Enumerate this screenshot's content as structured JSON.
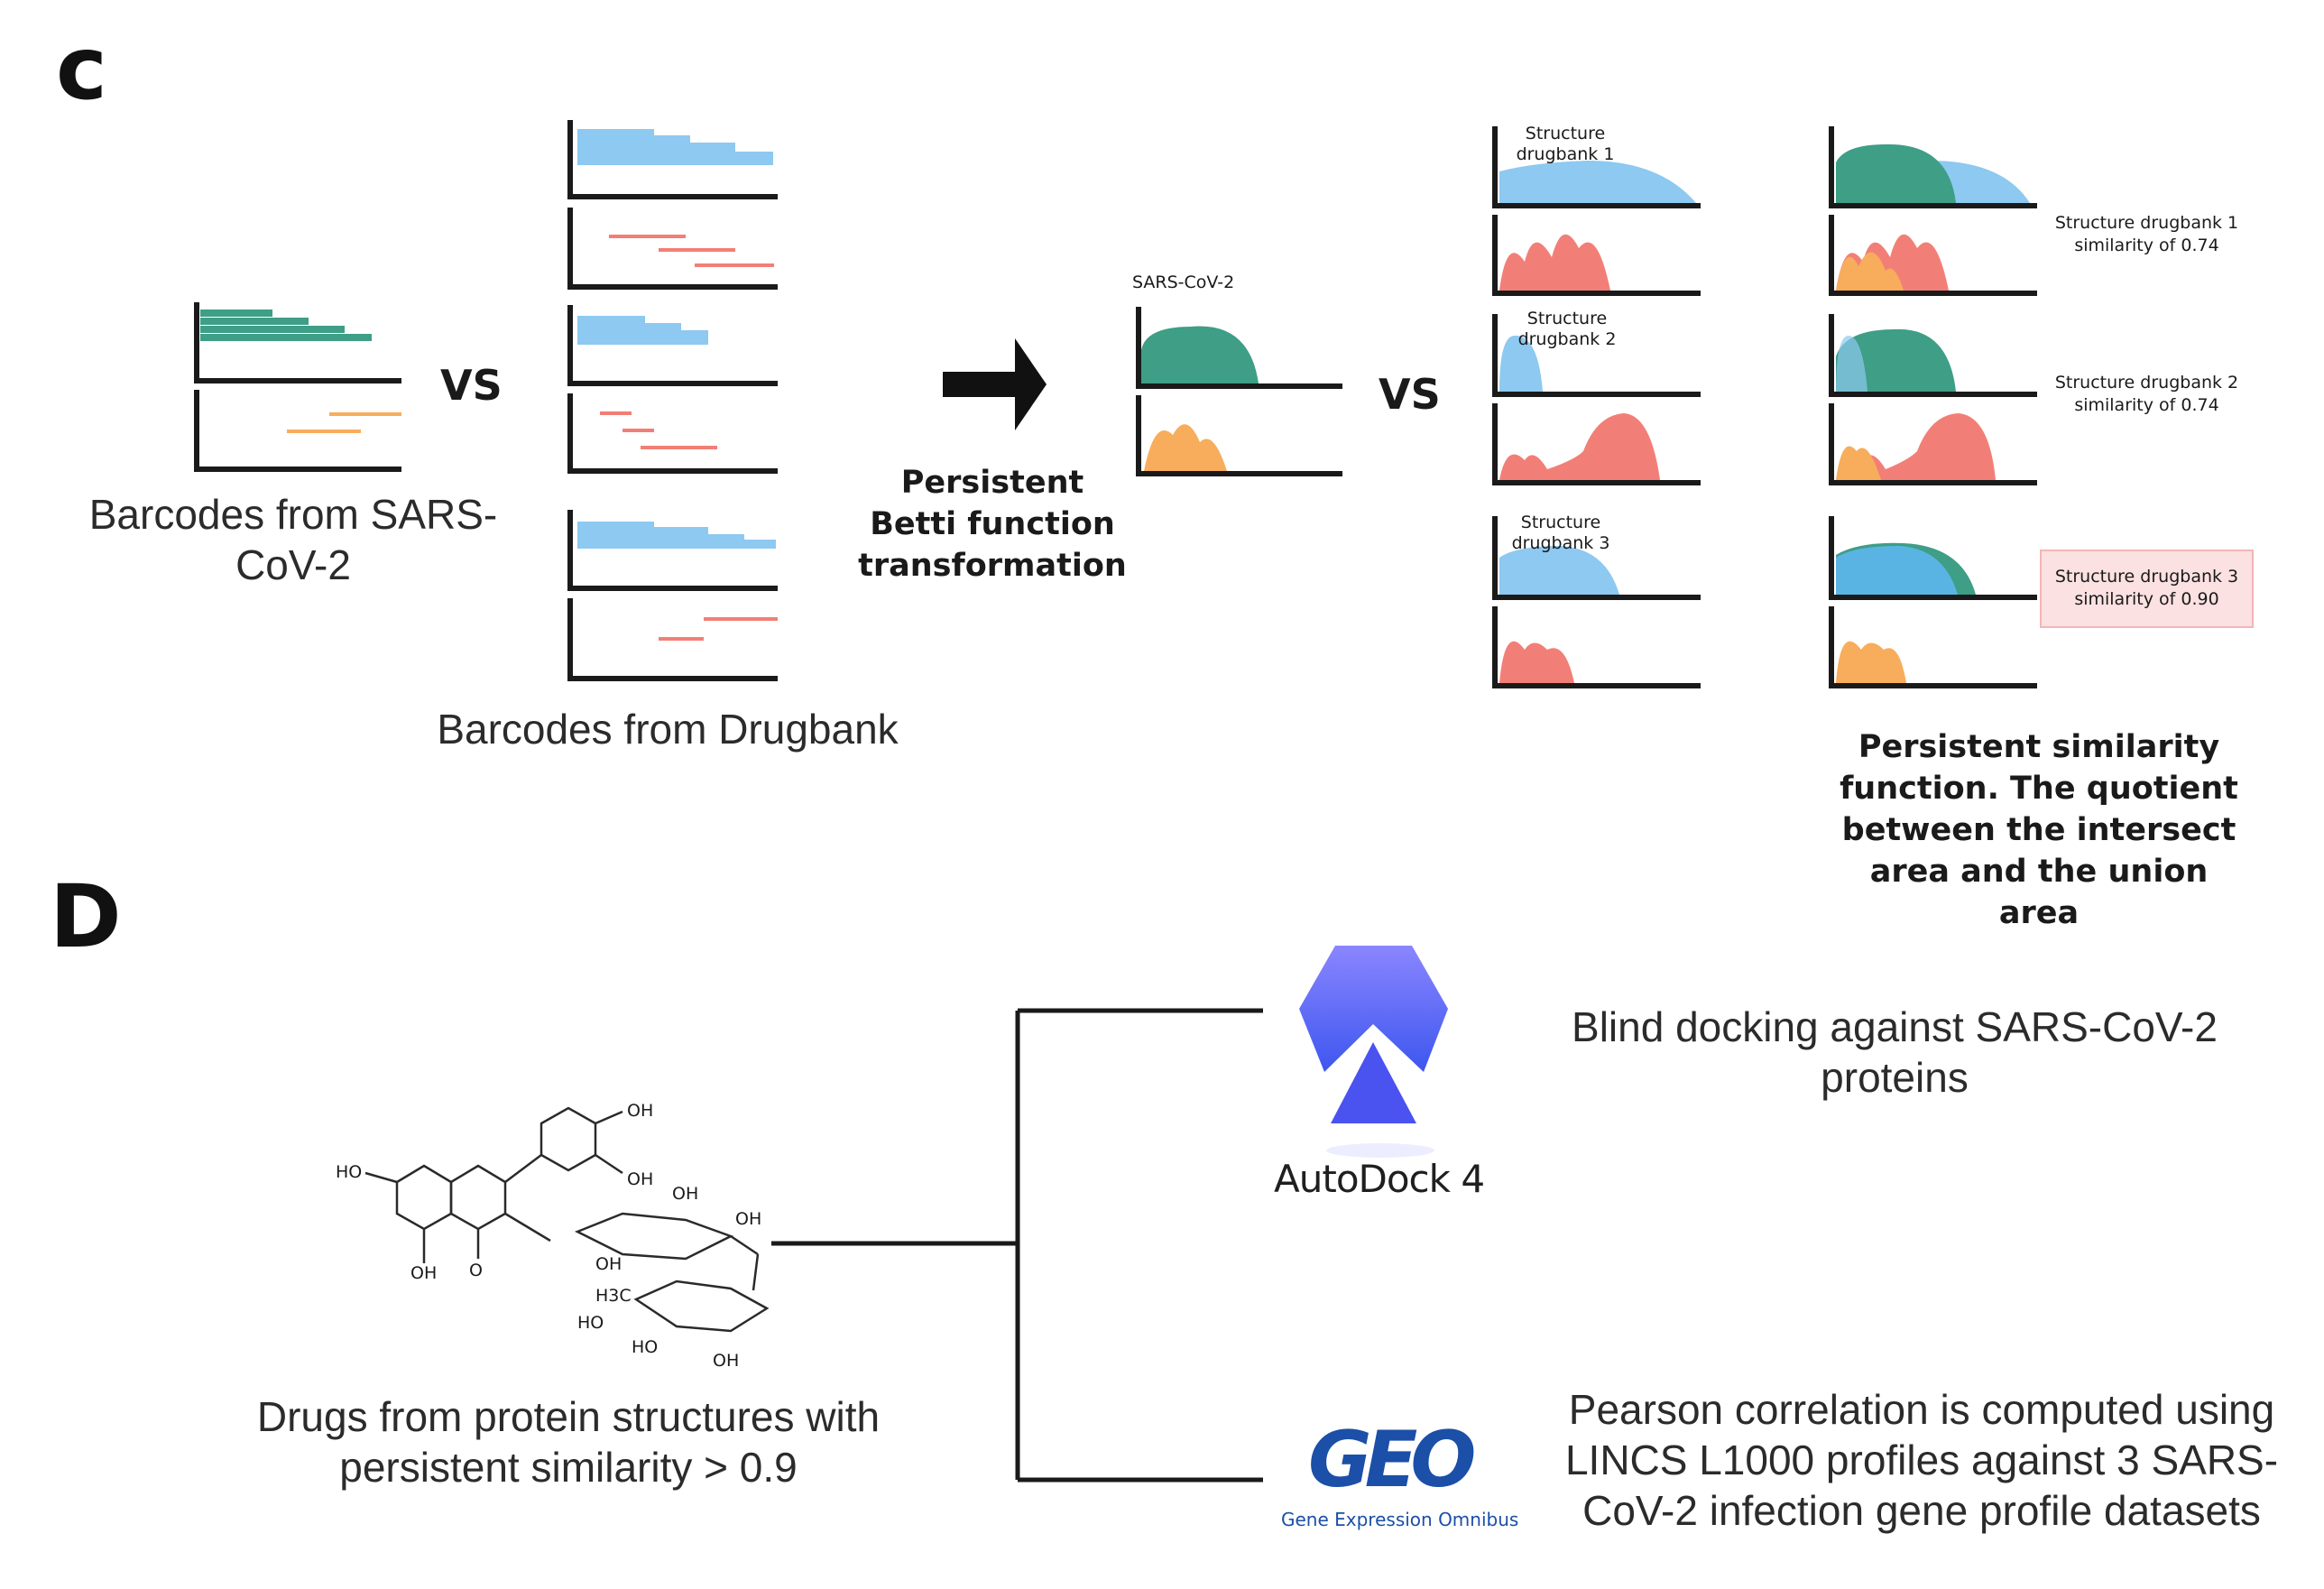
{
  "panel_c": {
    "letter": "c",
    "vs_1": "VS",
    "vs_2": "VS",
    "sars_barcodes_caption": "Barcodes from SARS-CoV-2",
    "drugbank_barcodes_caption": "Barcodes from Drugbank",
    "transformation_label": "Persistent Betti function transformation",
    "sars_betti_title": "SARS-CoV-2",
    "structure_labels": [
      "Structure drugbank 1",
      "Structure drugbank 2",
      "Structure drugbank 3"
    ],
    "similarity_labels": [
      "Structure drugbank 1 similarity of 0.74",
      "Structure drugbank 2 similarity of 0.74",
      "Structure drugbank 3 similarity of 0.90"
    ],
    "similarity_caption": "Persistent similarity function. The quotient between the intersect area and the union area"
  },
  "panel_d": {
    "letter": "D",
    "drugs_caption": "Drugs from protein structures with persistent similarity > 0.9",
    "molecule_labels": [
      "OH",
      "HO",
      "OH",
      "OH",
      "OH",
      "OH",
      "O",
      "OH",
      "H3C",
      "HO",
      "HO",
      "OH"
    ],
    "autodock_label": "AutoDock 4",
    "docking_caption": "Blind docking against SARS-CoV-2 proteins",
    "geo_logo": "GEO",
    "geo_sub": "Gene Expression Omnibus",
    "pearson_caption": "Pearson correlation is computed using LINCS L1000 profiles against 3 SARS-CoV-2 infection gene profile datasets"
  },
  "colors": {
    "teal": "#3e9e86",
    "light_blue": "#8dc9f0",
    "salmon": "#f27f77",
    "orange": "#f7ad5c",
    "highlight": "#fbe1e1"
  }
}
